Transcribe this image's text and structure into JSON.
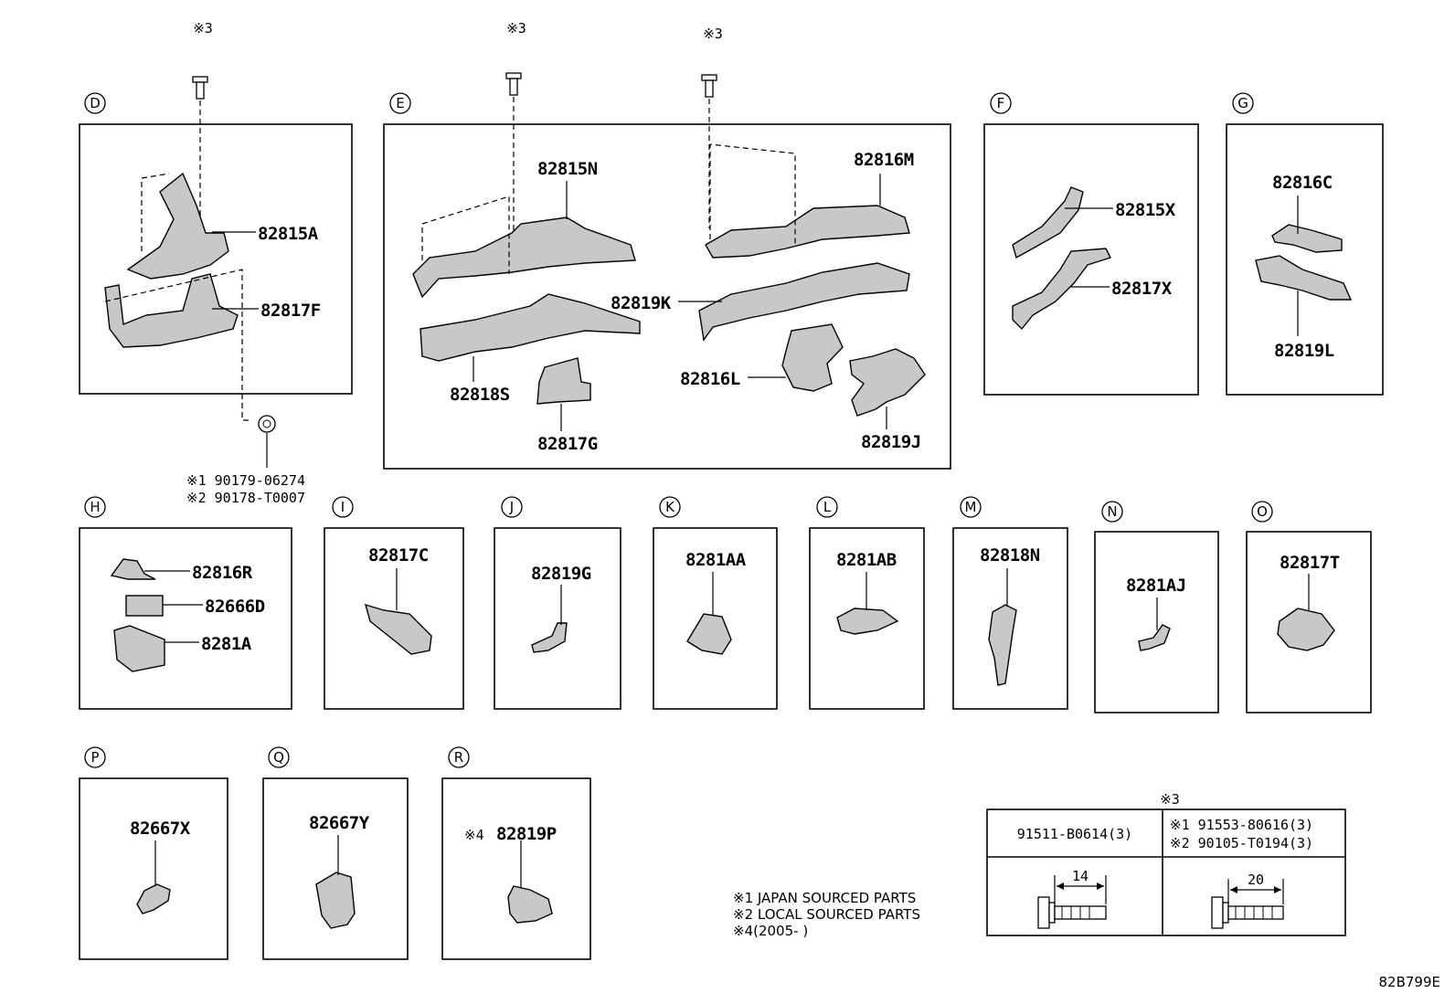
{
  "sections": [
    {
      "letter": "D",
      "parts": [
        "82815A",
        "82817F"
      ]
    },
    {
      "letter": "E",
      "parts": [
        "82815N",
        "82819K",
        "82818S",
        "82817G",
        "82816M",
        "82816L",
        "82819J"
      ]
    },
    {
      "letter": "F",
      "parts": [
        "82815X",
        "82817X"
      ]
    },
    {
      "letter": "G",
      "parts": [
        "82816C",
        "82819L"
      ]
    },
    {
      "letter": "H",
      "parts": [
        "82816R",
        "82666D",
        "8281A"
      ]
    },
    {
      "letter": "I",
      "parts": [
        "82817C"
      ]
    },
    {
      "letter": "J",
      "parts": [
        "82819G"
      ]
    },
    {
      "letter": "K",
      "parts": [
        "8281AA"
      ]
    },
    {
      "letter": "L",
      "parts": [
        "8281AB"
      ]
    },
    {
      "letter": "M",
      "parts": [
        "82818N"
      ]
    },
    {
      "letter": "N",
      "parts": [
        "8281AJ"
      ]
    },
    {
      "letter": "O",
      "parts": [
        "82817T"
      ]
    },
    {
      "letter": "P",
      "parts": [
        "82667X"
      ]
    },
    {
      "letter": "Q",
      "parts": [
        "82667Y"
      ]
    },
    {
      "letter": "R",
      "parts": [
        "82819P"
      ],
      "prefix": "※4"
    }
  ],
  "bolt_ref": "※3",
  "clip": {
    "jp": "※1 90179-06274",
    "local": "※2 90178-T0007"
  },
  "legend": {
    "jp": "※1 JAPAN SOURCED PARTS",
    "local": "※2 LOCAL SOURCED PARTS",
    "period": "※4(2005-        )"
  },
  "bolt_table": {
    "ref": "※3",
    "col1": "91511-B0614(3)",
    "col2_jp": "※1 91553-80616(3)",
    "col2_local": "※2 90105-T0194(3)",
    "len1": "14",
    "len2": "20"
  },
  "diagram_code": "82B799E"
}
